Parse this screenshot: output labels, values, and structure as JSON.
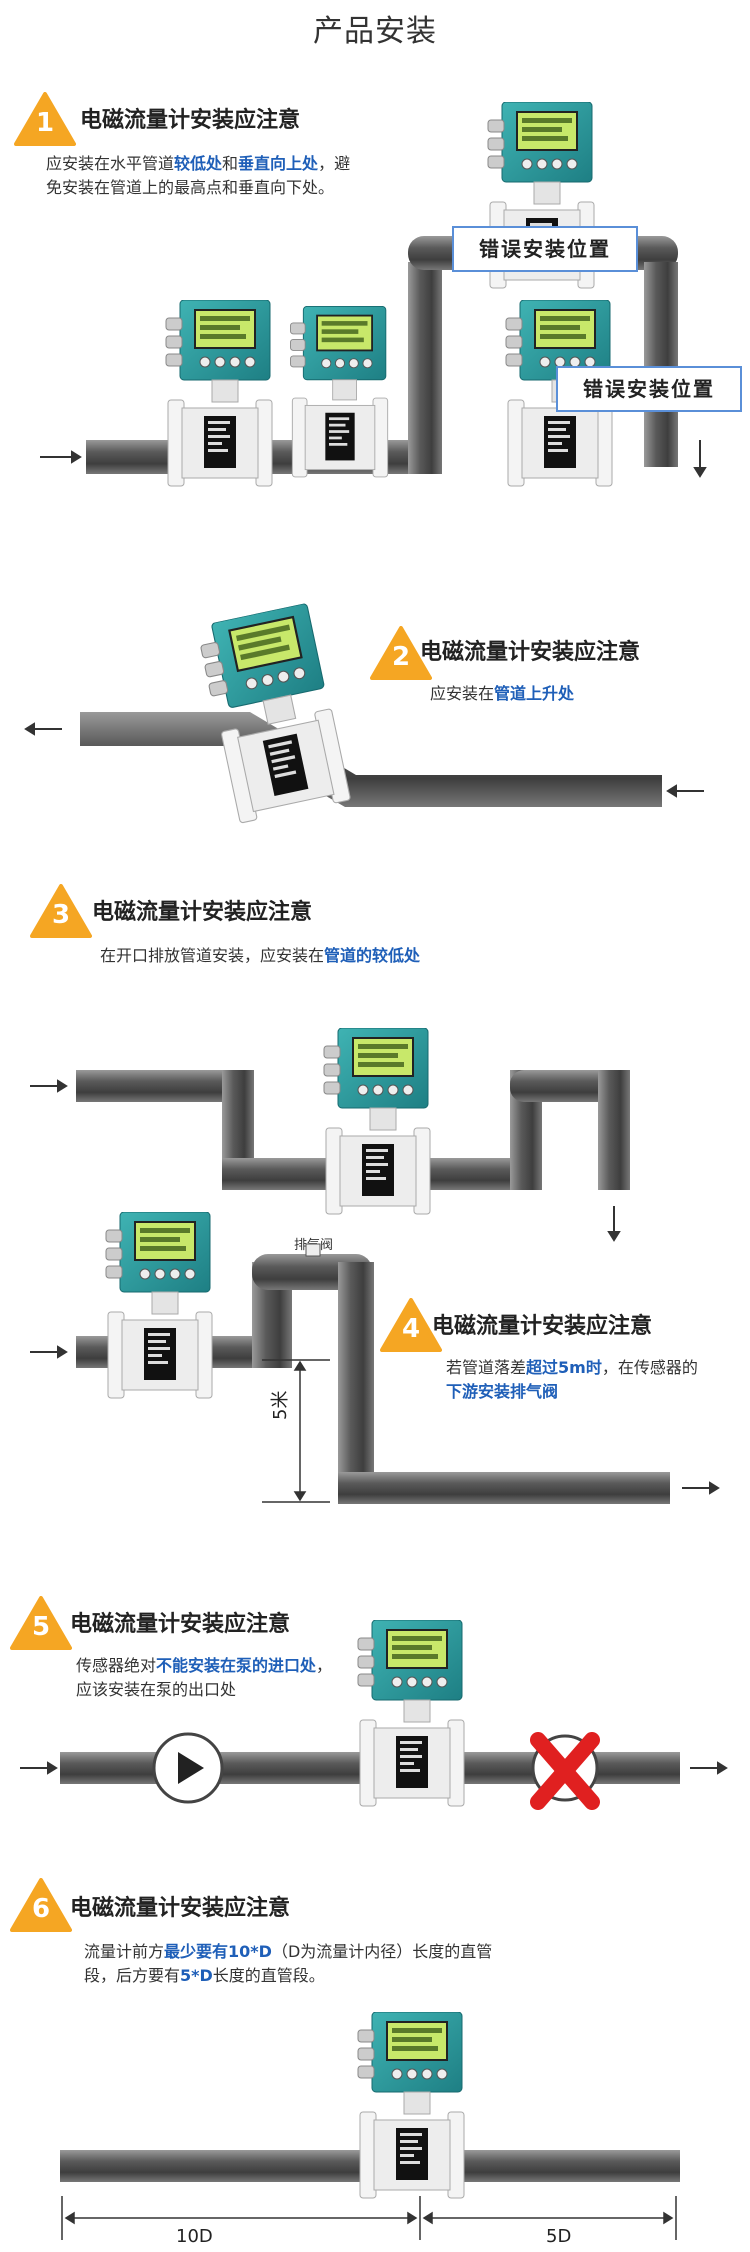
{
  "page_title": "产品安装",
  "sections": [
    {
      "number": "1",
      "heading": "电磁流量计安装应注意",
      "desc_parts": [
        "应安装在水平管道",
        "较低处",
        "和",
        "垂直向上处",
        "，避免安装在管道上的最高点和垂直向下处。"
      ],
      "wrong_label_1": "错误安装位置",
      "wrong_label_2": "错误安装位置"
    },
    {
      "number": "2",
      "heading": "电磁流量计安装应注意",
      "desc_parts": [
        "应安装在",
        "管道上升处"
      ]
    },
    {
      "number": "3",
      "heading": "电磁流量计安装应注意",
      "desc_parts": [
        "在开口排放管道安装，应安装在",
        "管道的较低处"
      ]
    },
    {
      "number": "4",
      "heading": "电磁流量计安装应注意",
      "desc_parts": [
        "若管道落差",
        "超过5m时",
        "，在传感器的",
        "下游安装排气阀"
      ],
      "valve_label": "排气阀",
      "height_label": "5米"
    },
    {
      "number": "5",
      "heading": "电磁流量计安装应注意",
      "desc_parts": [
        "传感器绝对",
        "不能安装在泵的进口处",
        "，应该安装在泵的出口处"
      ]
    },
    {
      "number": "6",
      "heading": "电磁流量计安装应注意",
      "desc_parts": [
        "流量计前方",
        "最少要有10*D",
        "（D为流量计内径）长度的直管段，后方要有",
        "5*D",
        "长度的直管段。"
      ],
      "upstream_label": "10D",
      "downstream_label": "5D"
    }
  ],
  "colors": {
    "badge": "#f5a623",
    "highlight": "#1f5fb8",
    "pipe": "#666666",
    "meter_head": "#2b9a9a",
    "cross": "#e02020"
  }
}
